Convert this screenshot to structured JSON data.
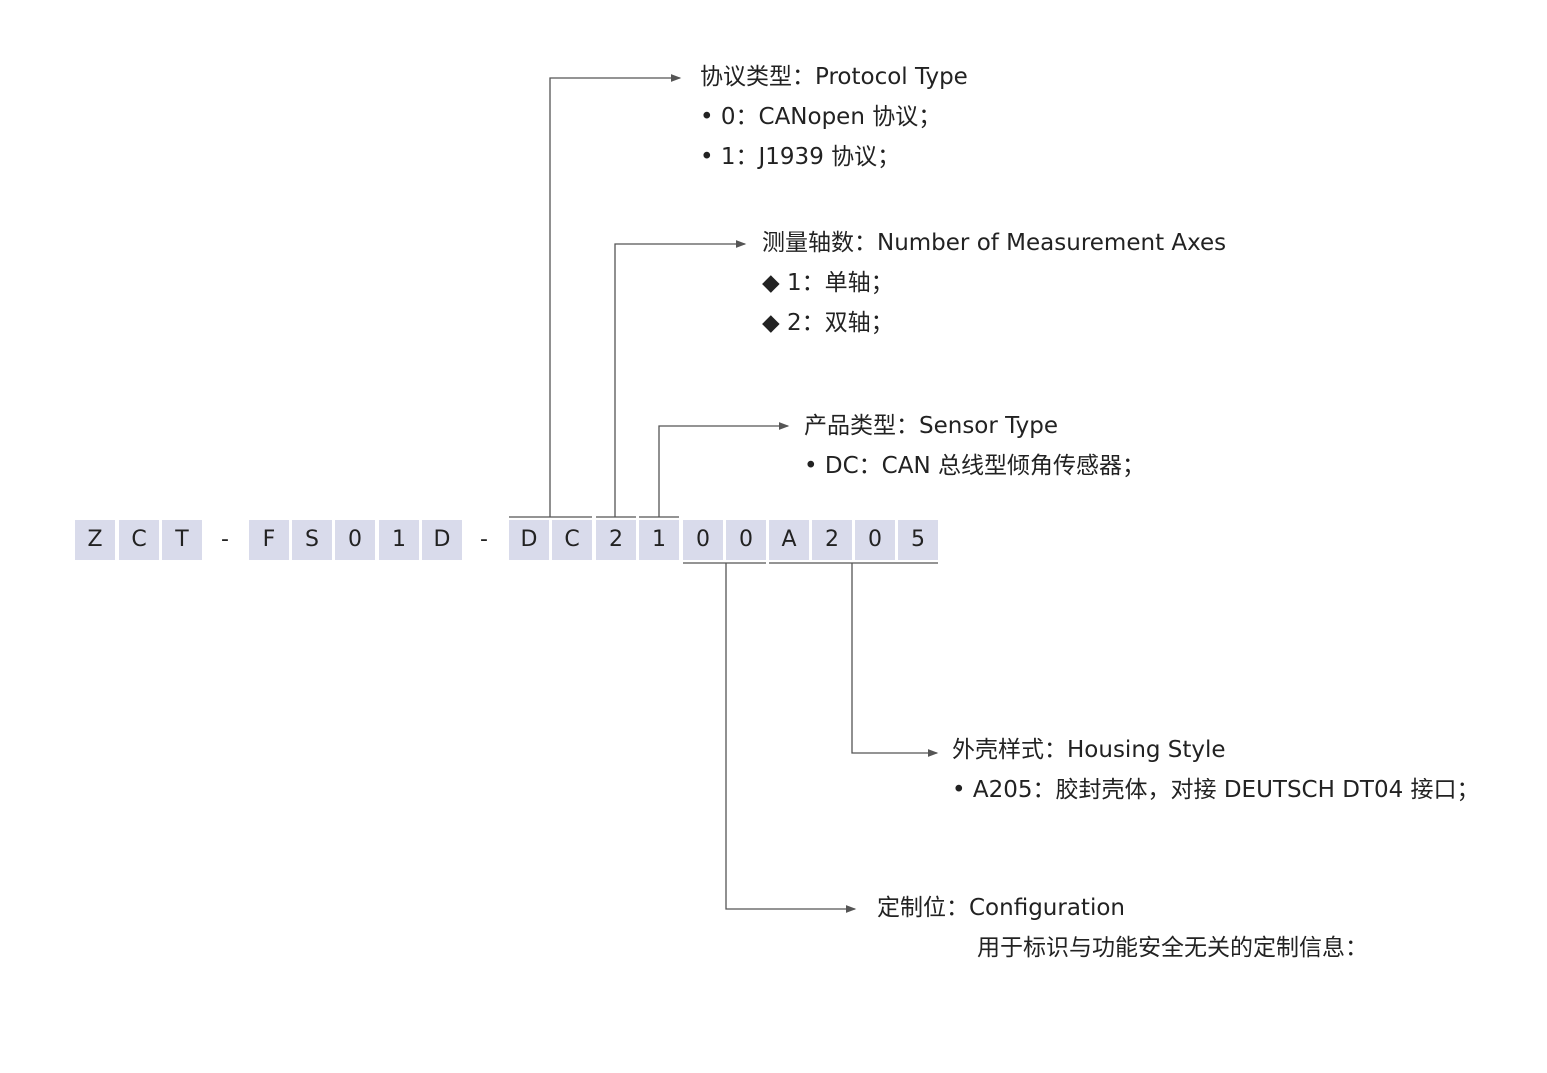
{
  "code_chars": [
    "Z",
    "C",
    "T",
    "-",
    "F",
    "S",
    "0",
    "1",
    "D",
    "-",
    "D",
    "C",
    "2",
    "1",
    "0",
    "0",
    "A",
    "2",
    "0",
    "5"
  ],
  "sections": {
    "protocol": {
      "title": "协议类型：Protocol Type",
      "items": [
        "• 0：CANopen 协议；",
        "• 1：J1939 协议；"
      ]
    },
    "axes": {
      "title": "测量轴数：Number of Measurement Axes",
      "items": [
        "◆ 1：单轴；",
        "◆ 2：双轴；"
      ]
    },
    "sensor": {
      "title": "产品类型：Sensor Type",
      "items": [
        "• DC：CAN 总线型倾角传感器；"
      ]
    },
    "housing": {
      "title": "外壳样式：Housing Style",
      "items": [
        "• A205：胶封壳体，对接 DEUTSCH DT04 接口；"
      ]
    },
    "config": {
      "title": "定制位：Configuration",
      "items": [
        "用于标识与功能安全无关的定制信息："
      ]
    }
  },
  "colors": {
    "box": "#d9dbeb",
    "line": "#555555"
  }
}
